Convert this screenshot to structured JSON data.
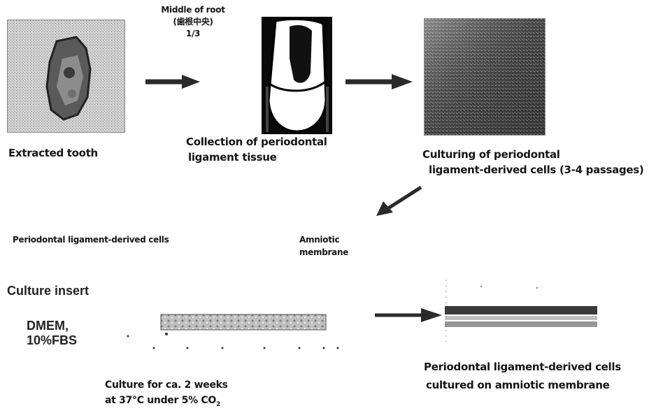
{
  "steps": {
    "extracted_tooth": "Extracted tooth",
    "root_note_line1": "Middle of root",
    "root_note_line2": "(歯根中央)",
    "root_note_line3": "1/3",
    "collection_line1": "Collection of periodontal",
    "collection_line2": "ligament tissue",
    "culturing_line1": "Culturing of periodontal",
    "culturing_line2": "ligament-derived cells (3-4 passages)"
  },
  "lower": {
    "pdl_cells_label": "Periodontal ligament-derived cells",
    "amniotic_line1": "Amniotic",
    "amniotic_line2": "membrane",
    "culture_insert": "Culture insert",
    "medium_line1": "DMEM,",
    "medium_line2": "10%FBS",
    "culture_time_line1": "Culture for ca. 2 weeks",
    "culture_time_line2": "at 37°C under 5% CO",
    "co2_subscript": "2",
    "result_line1": "Periodontal ligament-derived cells",
    "result_line2": "cultured on amniotic membrane"
  },
  "colors": {
    "arrow": "#2a2a2a",
    "photo_gray": "#bdbdbd",
    "membrane": "#bfbfbf"
  }
}
